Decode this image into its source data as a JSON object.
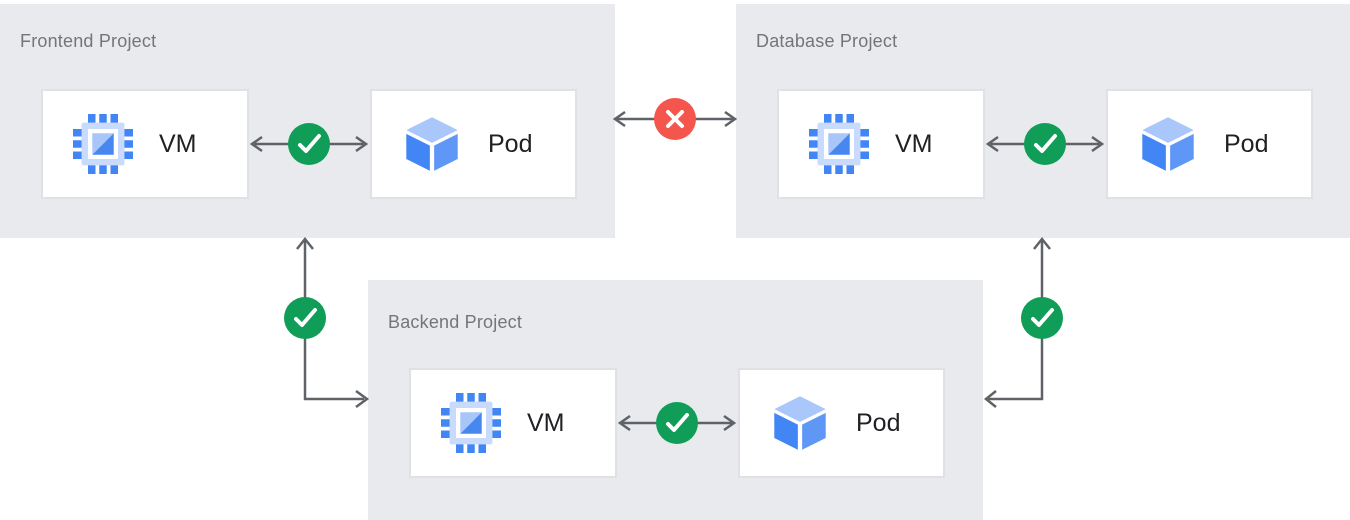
{
  "diagram": {
    "panels": [
      {
        "id": "frontend",
        "title": "Frontend Project",
        "nodes": [
          {
            "label": "VM",
            "icon": "vm-icon"
          },
          {
            "label": "Pod",
            "icon": "pod-icon"
          }
        ],
        "internal_connection": {
          "between": [
            "VM",
            "Pod"
          ],
          "status": "allowed",
          "icon": "check-icon",
          "arrow": "bidirectional"
        }
      },
      {
        "id": "database",
        "title": "Database Project",
        "nodes": [
          {
            "label": "VM",
            "icon": "vm-icon"
          },
          {
            "label": "Pod",
            "icon": "pod-icon"
          }
        ],
        "internal_connection": {
          "between": [
            "VM",
            "Pod"
          ],
          "status": "allowed",
          "icon": "check-icon",
          "arrow": "bidirectional"
        }
      },
      {
        "id": "backend",
        "title": "Backend Project",
        "nodes": [
          {
            "label": "VM",
            "icon": "vm-icon"
          },
          {
            "label": "Pod",
            "icon": "pod-icon"
          }
        ],
        "internal_connection": {
          "between": [
            "VM",
            "Pod"
          ],
          "status": "allowed",
          "icon": "check-icon",
          "arrow": "bidirectional"
        }
      }
    ],
    "connections": [
      {
        "from": "Frontend Project",
        "to": "Database Project",
        "status": "blocked",
        "icon": "x-icon",
        "arrow": "bidirectional"
      },
      {
        "from": "Frontend Project",
        "to": "Backend Project",
        "status": "allowed",
        "icon": "check-icon",
        "arrow": "elbow"
      },
      {
        "from": "Database Project",
        "to": "Backend Project",
        "status": "allowed",
        "icon": "check-icon",
        "arrow": "elbow"
      }
    ],
    "colors": {
      "panel_bg": "#E8EAED",
      "node_bg": "#FFFFFF",
      "node_border": "#DFE1E5",
      "title_text": "#757575",
      "node_text": "#202124",
      "arrow": "#5F6368",
      "allowed": "#0F9D58",
      "blocked": "#F4564D",
      "icon_blue": "#4285F4",
      "icon_blue_mid": "#5E97F6",
      "icon_blue_light": "#A9C6F8",
      "icon_blue_pale": "#C8DBFC"
    }
  }
}
